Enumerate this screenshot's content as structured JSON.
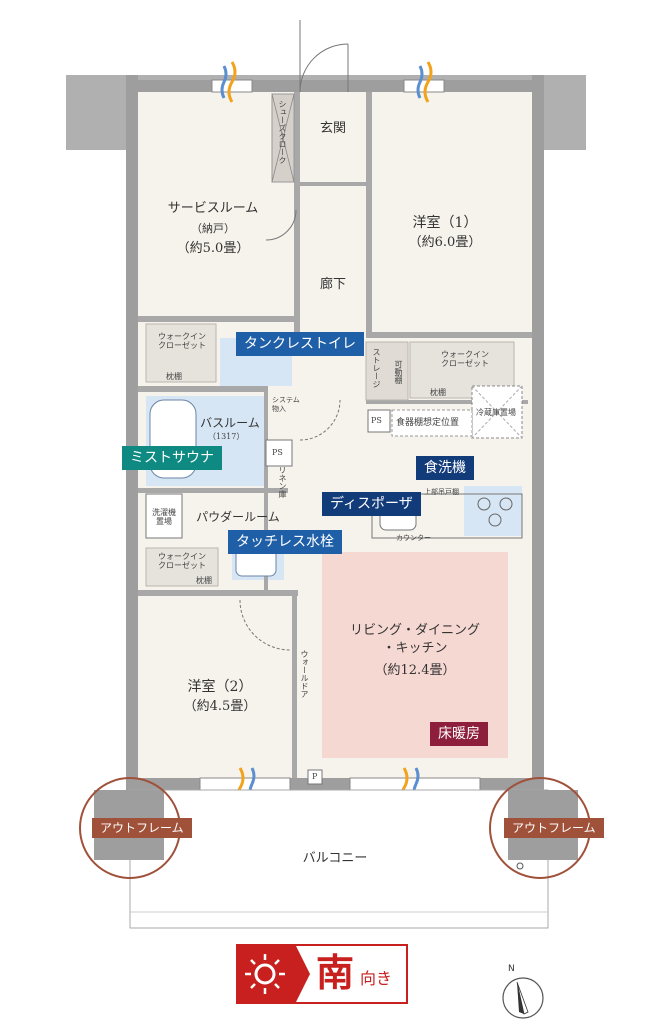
{
  "rooms": {
    "service_room": "サービスルーム",
    "service_room_sub": "（納戸）",
    "service_room_size": "（約5.0畳）",
    "entrance": "玄関",
    "shoe_cloak": "シューズクローク",
    "western1": "洋室（1）",
    "western1_size": "（約6.0畳）",
    "corridor": "廊下",
    "storage": "ストレージ",
    "movable_shelf": "可動棚",
    "upper_cabinet": "上部吊戸棚",
    "walkin1": "ウォークイン\nクローゼット",
    "walkin2": "ウォークイン\nクローゼット",
    "walkin3": "ウォークイン\nクローゼット",
    "pillow_shelf": "枕棚",
    "ps": "PS",
    "tableware": "食器棚想定位置",
    "fridge": "冷蔵庫置場",
    "bathroom": "バスルーム",
    "bathroom_size": "（1317）",
    "system_storage": "システム\n物入",
    "linen": "リネン庫",
    "powder_room": "パウダールーム",
    "washer": "洗濯機\n置場",
    "counter": "カウンター",
    "ldk": "リビング・ダイニング\n・キッチン",
    "ldk_size": "（約12.4畳）",
    "western2": "洋室（2）",
    "western2_size": "（約4.5畳）",
    "wall_door": "ウォールドア",
    "balcony": "バルコニー",
    "p_mark": "P"
  },
  "tags": {
    "tankless_toilet": "タンクレストイレ",
    "mist_sauna": "ミストサウナ",
    "dishwasher": "食洗機",
    "disposer": "ディスポーザ",
    "touchless_faucet": "タッチレス水栓",
    "floor_heating": "床暖房",
    "outframe_left": "アウトフレーム",
    "outframe_right": "アウトフレーム"
  },
  "orientation": {
    "kanji": "南",
    "suffix": "向き",
    "north_mark": "N"
  },
  "colors": {
    "blue_tag": "#1f5fa8",
    "teal_tag": "#0e8a83",
    "navy_tag": "#123b7a",
    "maroon_tag": "#8e1f3c",
    "brown_tag": "#a0513a",
    "south_badge": "#c8201e",
    "ldk_highlight": "#f6d8d3",
    "wet_area": "#d7e6f4"
  }
}
